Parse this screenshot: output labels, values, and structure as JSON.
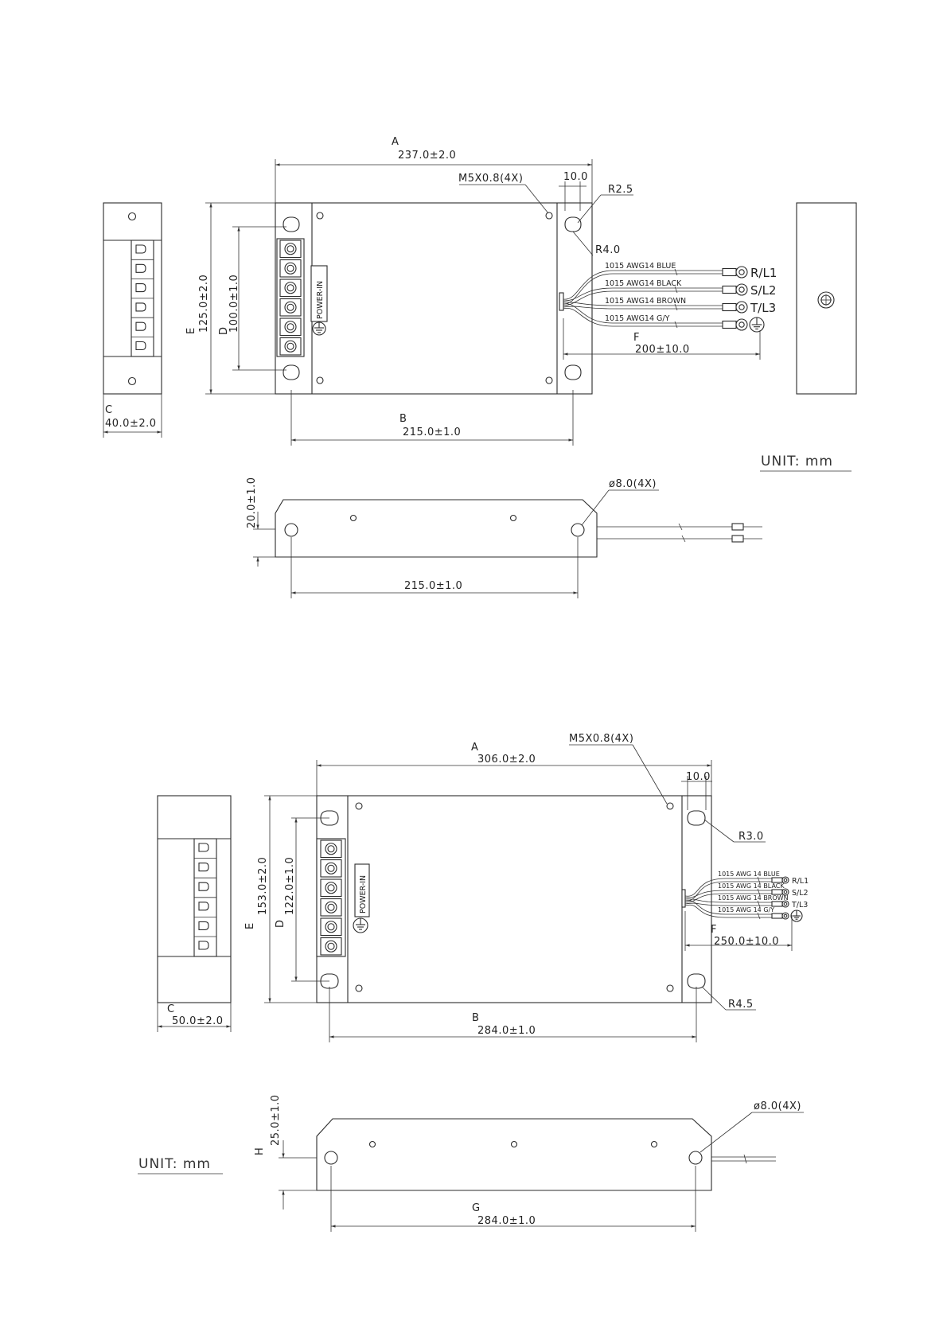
{
  "top": {
    "labels": {
      "A": "A",
      "B": "B",
      "C": "C",
      "D": "D",
      "E": "E",
      "F": "F"
    },
    "dim_A": "237.0±2.0",
    "dim_B": "215.0±1.0",
    "dim_C": "40.0±2.0",
    "dim_D": "100.0±1.0",
    "dim_E": "125.0±2.0",
    "dim_F": "200±10.0",
    "dim_10": "10.0",
    "screw": "M5X0.8(4X)",
    "r_small": "R2.5",
    "r_large": "R4.0",
    "power_label": "POWER-IN",
    "wires": [
      {
        "label": "1015  AWG14  BLUE",
        "terminal": "R/L1"
      },
      {
        "label": "1015  AWG14  BLACK",
        "terminal": "S/L2"
      },
      {
        "label": "1015  AWG14  BROWN",
        "terminal": "T/L3"
      },
      {
        "label": "1015  AWG14  G/Y",
        "terminal": ""
      }
    ],
    "unit": "UNIT:  mm",
    "side_height": "20.0±1.0",
    "side_width": "215.0±1.0",
    "side_hole": "ø8.0(4X)"
  },
  "bottom": {
    "labels": {
      "A": "A",
      "B": "B",
      "C": "C",
      "D": "D",
      "E": "E",
      "F": "F",
      "G": "G",
      "H": "H"
    },
    "dim_A": "306.0±2.0",
    "dim_B": "284.0±1.0",
    "dim_C": "50.0±2.0",
    "dim_D": "122.0±1.0",
    "dim_E": "153.0±2.0",
    "dim_F": "250.0±10.0",
    "dim_10": "10.0",
    "screw": "M5X0.8(4X)",
    "r_small": "R3.0",
    "r_large": "R4.5",
    "power_label": "POWER-IN",
    "wires": [
      {
        "label": "1015  AWG  14  BLUE",
        "terminal": "R/L1"
      },
      {
        "label": "1015  AWG  14  BLACK",
        "terminal": "S/L2"
      },
      {
        "label": "1015  AWG  14  BROWN",
        "terminal": "T/L3"
      },
      {
        "label": "1015  AWG  14  G/Y",
        "terminal": ""
      }
    ],
    "unit": "UNIT:  mm",
    "side_height": "25.0±1.0",
    "side_width": "284.0±1.0",
    "side_hole": "ø8.0(4X)"
  }
}
